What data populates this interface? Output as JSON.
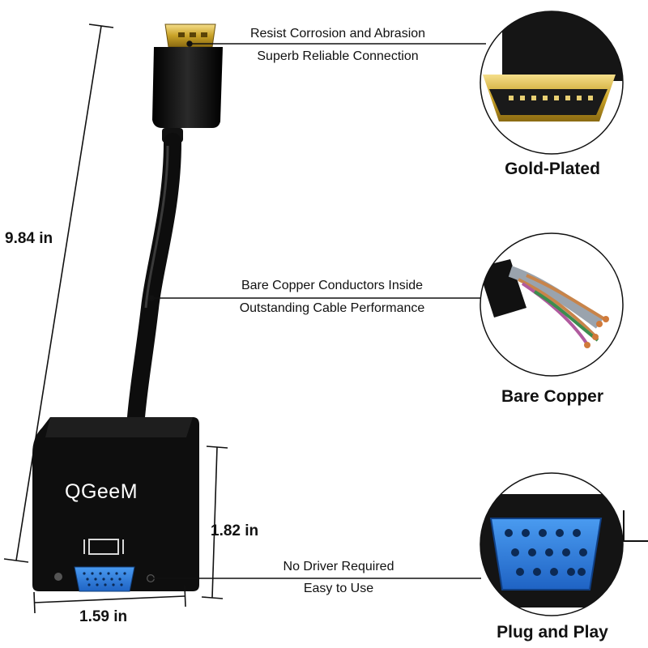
{
  "callouts": {
    "top_line1": "Resist Corrosion and Abrasion",
    "top_line2": "Superb Reliable Connection",
    "mid_line1": "Bare Copper Conductors Inside",
    "mid_line2": "Outstanding Cable Performance",
    "bottom_line1": "No Driver Required",
    "bottom_line2": "Easy to Use"
  },
  "dimensions": {
    "length": "9.84 in",
    "height": "1.82 in",
    "width": "1.59 in"
  },
  "captions": {
    "gold": "Gold-Plated",
    "copper": "Bare Copper",
    "plug": "Plug and Play"
  },
  "brand": "QGeeM",
  "colors": {
    "connector_body": "#0b0b0b",
    "gold_tip": "#c9a227",
    "vga_port": "#2f7fe0",
    "copper": "#c8844a"
  }
}
